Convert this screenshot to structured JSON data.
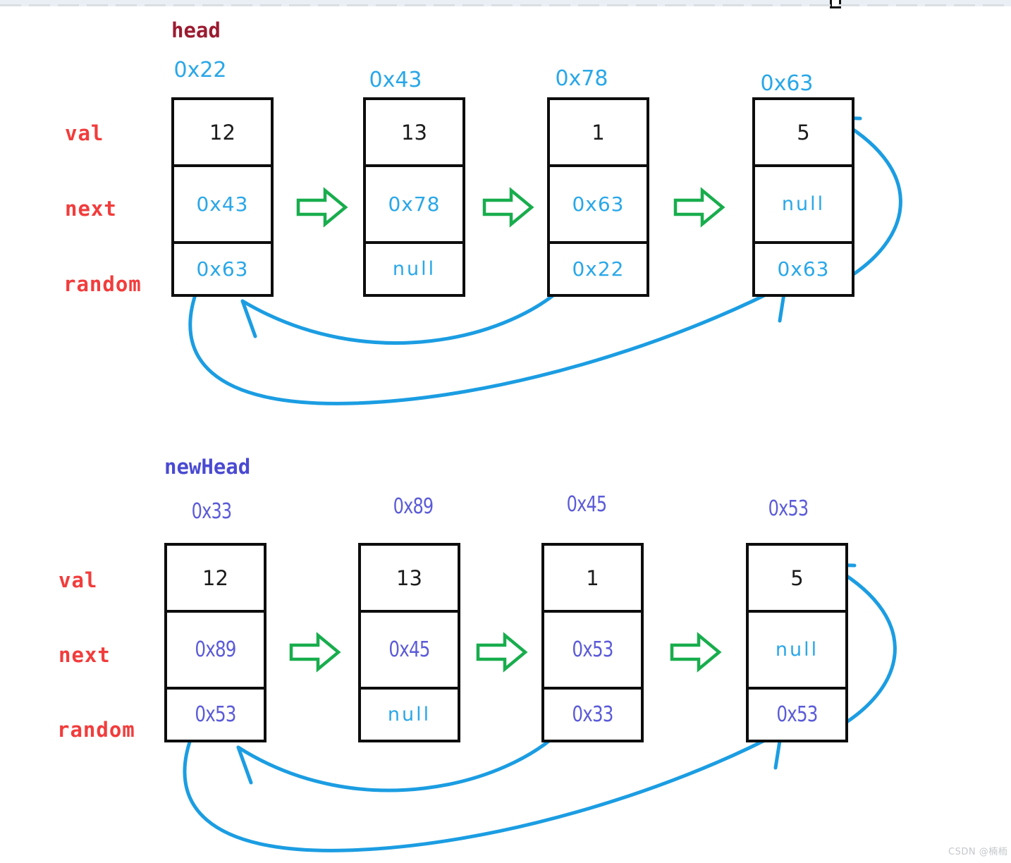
{
  "field_labels": [
    "val",
    "next",
    "random"
  ],
  "sections": [
    {
      "pointer_label": "head",
      "nodes": [
        {
          "address": "0x22",
          "val": "12",
          "next": "0x43",
          "random": "0x63"
        },
        {
          "address": "0x43",
          "val": "13",
          "next": "0x78",
          "random": "null"
        },
        {
          "address": "0x78",
          "val": "1",
          "next": "0x63",
          "random": "0x22"
        },
        {
          "address": "0x63",
          "val": "5",
          "next": "null",
          "random": "0x63"
        }
      ]
    },
    {
      "pointer_label": "newHead",
      "nodes": [
        {
          "address": "0x33",
          "val": "12",
          "next": "0x89",
          "random": "0x53"
        },
        {
          "address": "0x89",
          "val": "13",
          "next": "0x45",
          "random": "null"
        },
        {
          "address": "0x45",
          "val": "1",
          "next": "0x53",
          "random": "0x33"
        },
        {
          "address": "0x53",
          "val": "5",
          "next": "null",
          "random": "0x53"
        }
      ]
    }
  ],
  "colors": {
    "head_label": "#9b1b30",
    "newhead_label": "#4a4ad2",
    "field_label_red": "#f23c3c",
    "address_blue": "#29a7e8",
    "address_purple": "#5b5bd8",
    "next_arrow_green": "#18ad4d",
    "random_arrow_blue": "#1b9de2",
    "node_border": "#0d0d0d"
  },
  "watermark": "CSDN @楠栭"
}
